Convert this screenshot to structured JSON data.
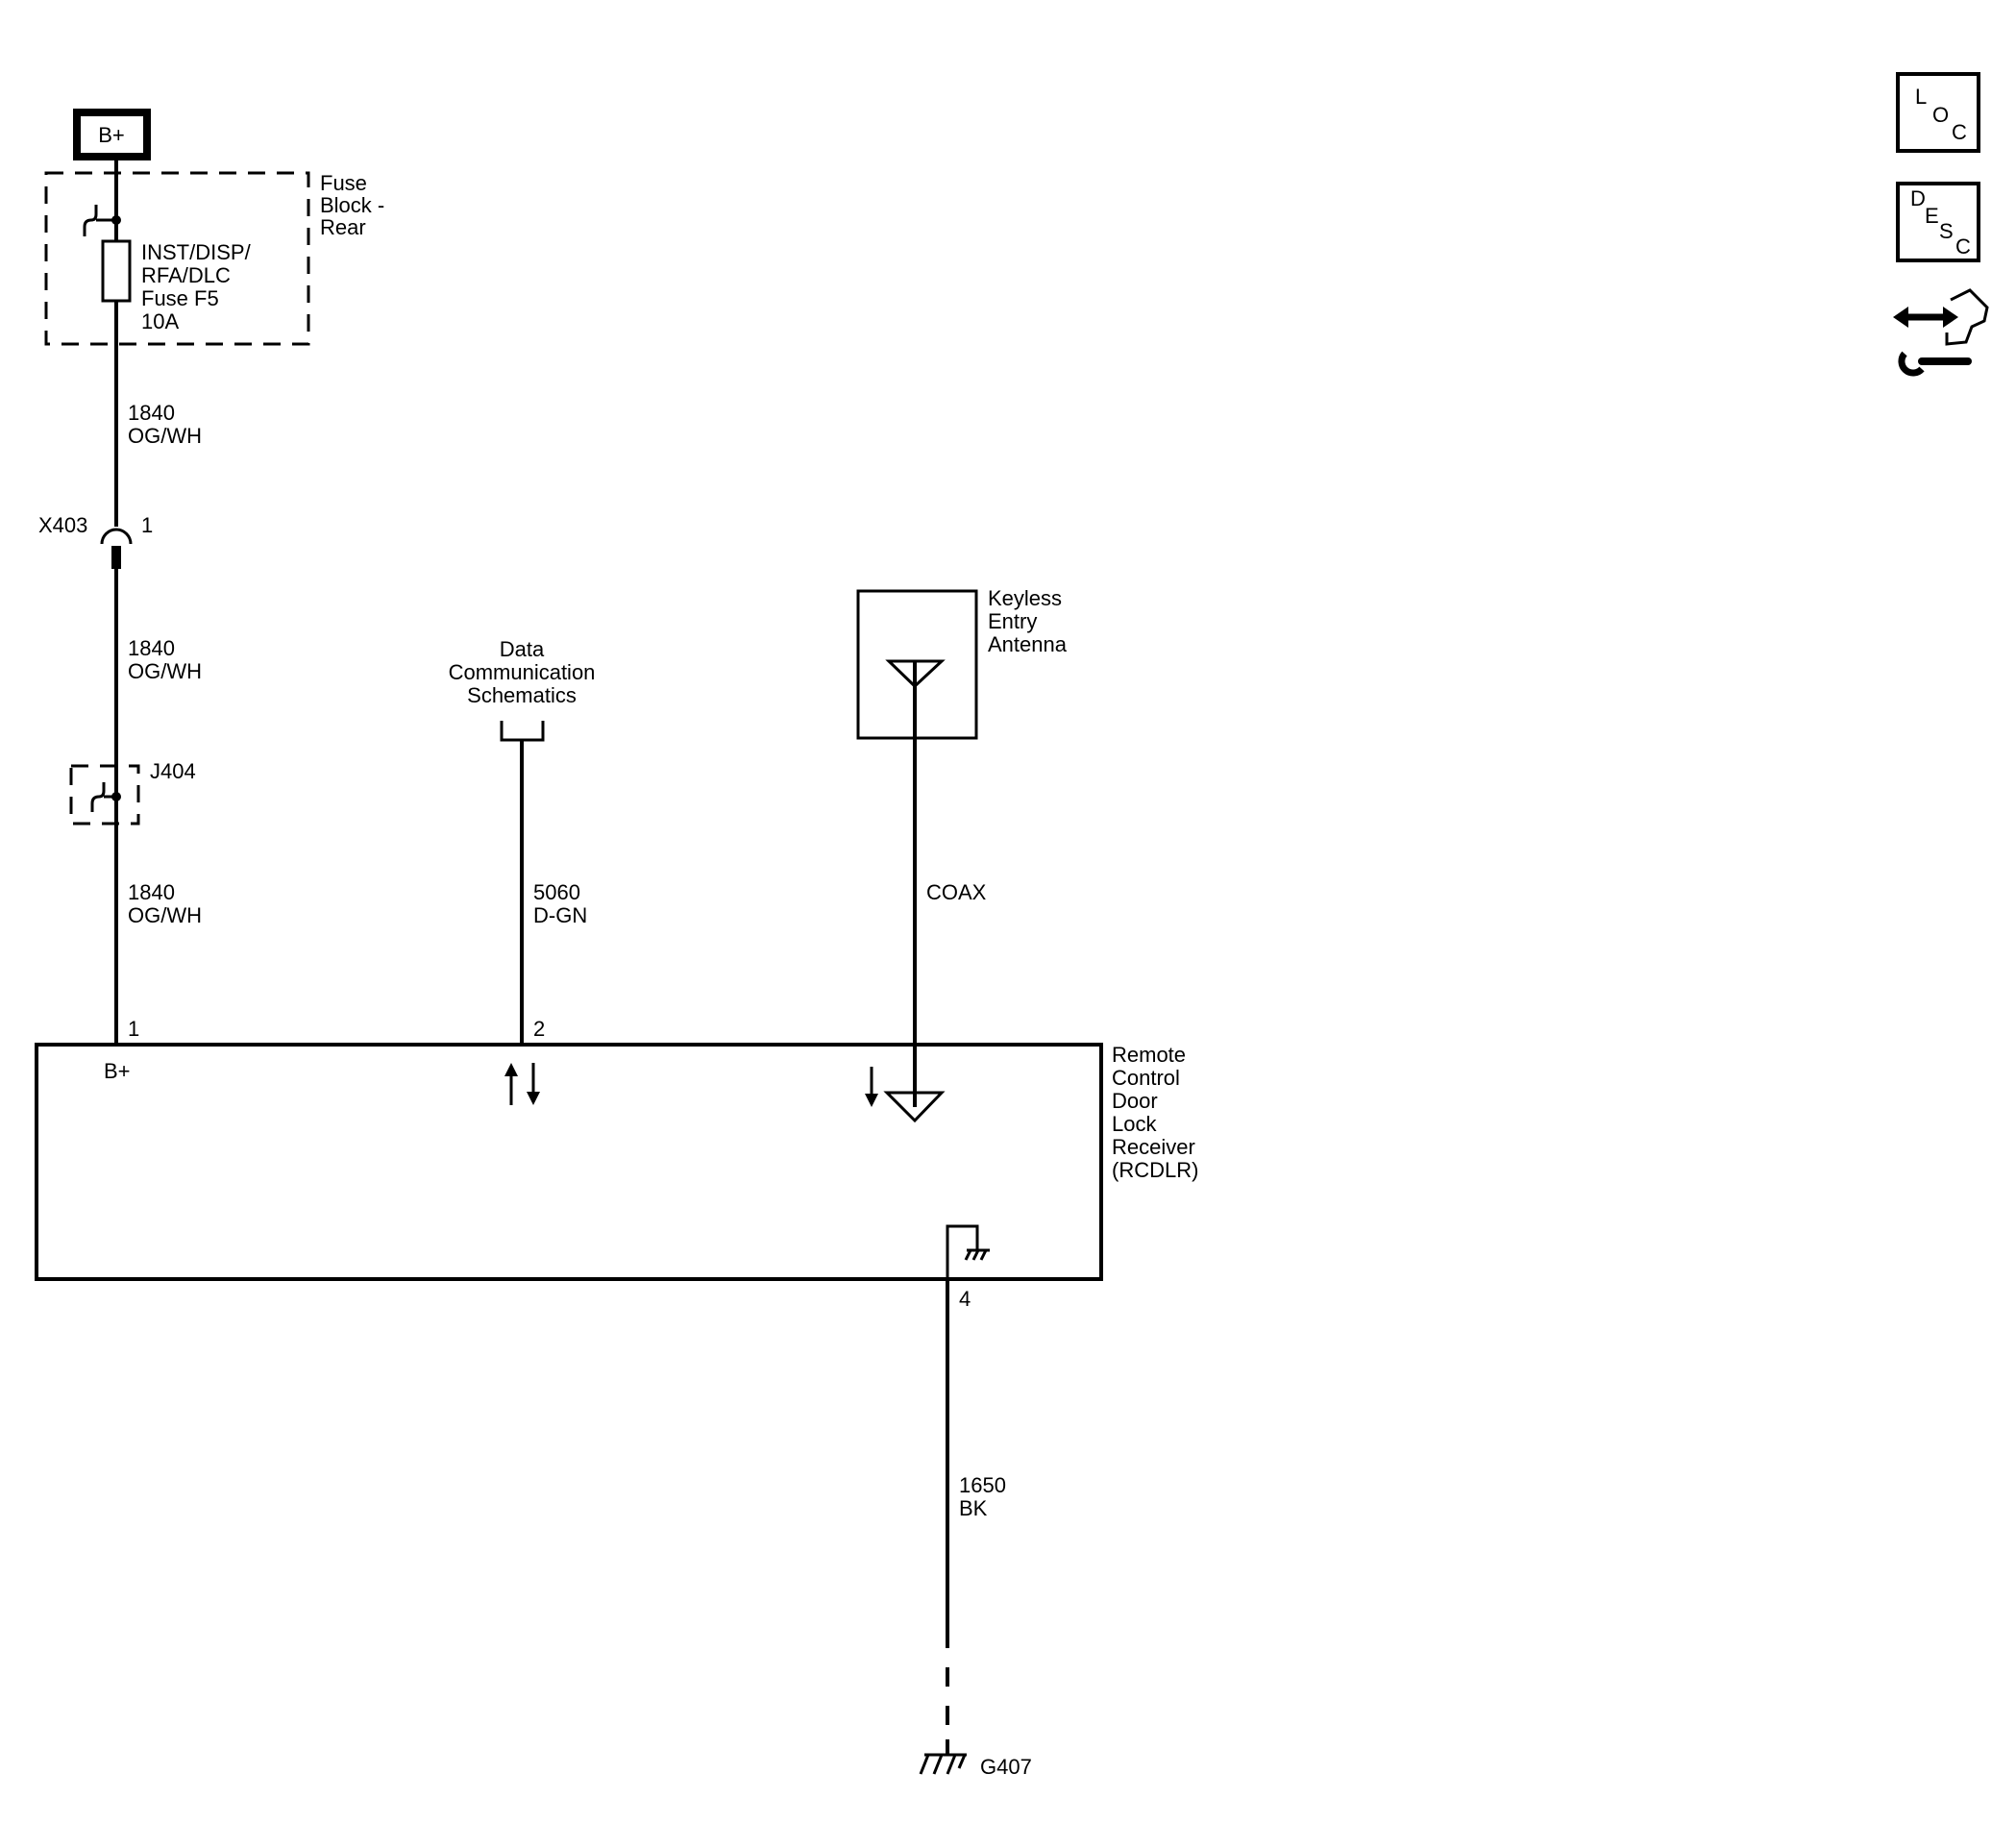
{
  "power": {
    "label": "B+"
  },
  "fuse_block": {
    "name_lines": [
      "Fuse",
      "Block -",
      "Rear"
    ],
    "fuse_lines": [
      "INST/DISP/",
      "RFA/DLC",
      "Fuse F5",
      "10A"
    ]
  },
  "wire_1840": {
    "circuit": "1840",
    "color": "OG/WH"
  },
  "connector_x403": {
    "name": "X403",
    "pin": "1"
  },
  "splice_j404": {
    "name": "J404"
  },
  "data_comm": {
    "lines": [
      "Data",
      "Communication",
      "Schematics"
    ]
  },
  "wire_5060": {
    "circuit": "5060",
    "color": "D-GN"
  },
  "antenna": {
    "lines": [
      "Keyless",
      "Entry",
      "Antenna"
    ]
  },
  "wire_coax": {
    "label": "COAX"
  },
  "module": {
    "name_lines": [
      "Remote",
      "Control",
      "Door",
      "Lock",
      "Receiver",
      "(RCDLR)"
    ],
    "pin_1": "1",
    "pin_1_label": "B+",
    "pin_2": "2",
    "pin_4": "4"
  },
  "wire_1650": {
    "circuit": "1650",
    "color": "BK"
  },
  "ground": {
    "name": "G407"
  },
  "side_icons": {
    "loc": [
      "L",
      "O",
      "C"
    ],
    "desc": [
      "D",
      "E",
      "S",
      "C"
    ],
    "connector_repair_icon": "connector-repair-icon"
  }
}
